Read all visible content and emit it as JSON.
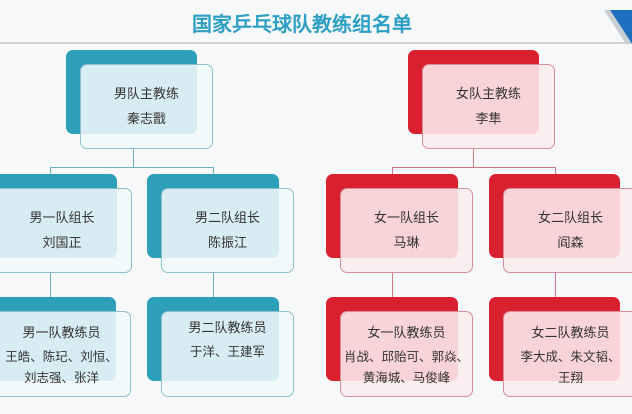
{
  "title": "国家乒乓球队教练组名单",
  "colors": {
    "men": "#2e9fb9",
    "women": "#d9202e",
    "title": "#2e9fc4"
  },
  "men": {
    "head": {
      "role": "男队主教练",
      "name": "秦志戬"
    },
    "team1_leader": {
      "role": "男一队组长",
      "name": "刘国正"
    },
    "team2_leader": {
      "role": "男二队组长",
      "name": "陈振江"
    },
    "team1_coaches": {
      "role": "男一队教练员",
      "line1": "王皓、陈玘、刘恒、",
      "line2": "刘志强、张洋"
    },
    "team2_coaches": {
      "role": "男二队教练员",
      "line1": "于洋、王建军"
    }
  },
  "women": {
    "head": {
      "role": "女队主教练",
      "name": "李隼"
    },
    "team1_leader": {
      "role": "女一队组长",
      "name": "马琳"
    },
    "team2_leader": {
      "role": "女二队组长",
      "name": "阎森"
    },
    "team1_coaches": {
      "role": "女一队教练员",
      "line1": "肖战、邱贻可、郭焱、",
      "line2": "黄海城、马俊峰"
    },
    "team2_coaches": {
      "role": "女二队教练员",
      "line1": "李大成、朱文韬、",
      "line2": "王翔"
    }
  }
}
